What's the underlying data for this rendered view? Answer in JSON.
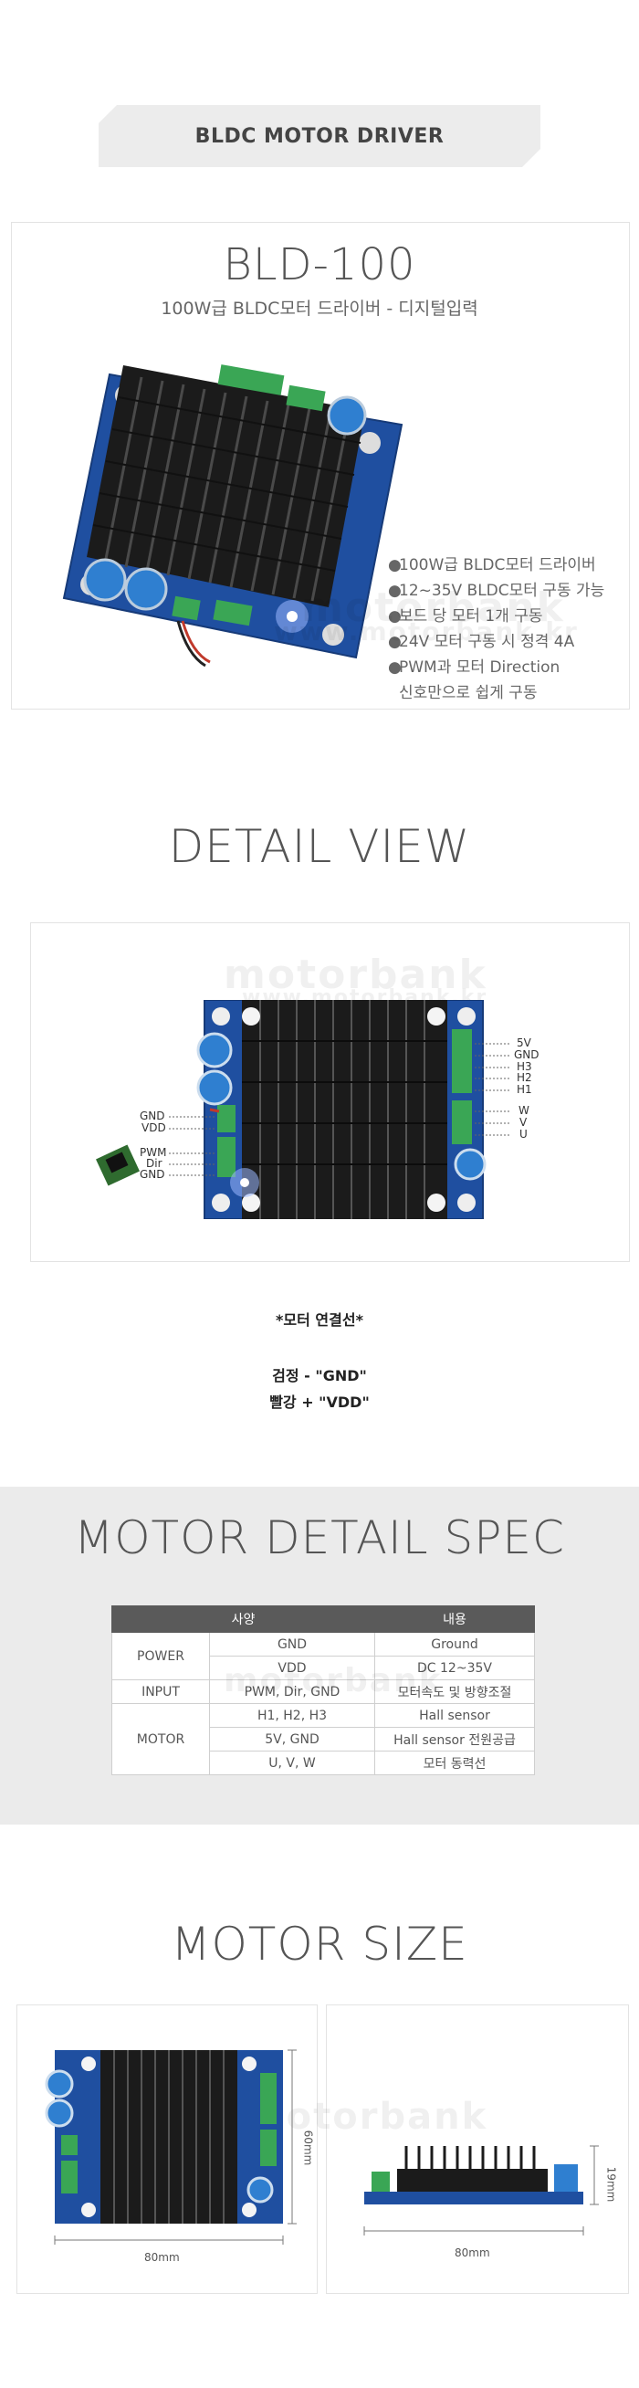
{
  "header": {
    "tag": "BLDC MOTOR DRIVER"
  },
  "product": {
    "model": "BLD-100",
    "subtitle": "100W급 BLDC모터 드라이버 - 디지털입력",
    "features": [
      "100W급 BLDC모터 드라이버",
      "12~35V BLDC모터 구동 가능",
      "보드 당 모터 1개 구동",
      "24V 모터 구동 시 정격 4A",
      "PWM과 모터 Direction",
      "신호만으로 쉽게 구동"
    ],
    "bullet": "●"
  },
  "watermark": {
    "line1": "motorbank",
    "line2": "www.motorbank.kr"
  },
  "detail_view": {
    "title": "DETAIL VIEW",
    "right_pins": [
      "5V",
      "GND",
      "H3",
      "H2",
      "H1",
      "W",
      "V",
      "U"
    ],
    "left_pins_top": [
      "GND",
      "VDD"
    ],
    "left_pins_bottom": [
      "PWM",
      "Dir",
      "GND"
    ],
    "note_title": "*모터 연결선*",
    "note_line1": "검정 - \"GND\"",
    "note_line2": "빨강 + \"VDD\""
  },
  "spec": {
    "title": "MOTOR DETAIL SPEC",
    "headers": [
      "사양",
      "내용"
    ],
    "groups": [
      {
        "name": "POWER",
        "rows": [
          [
            "GND",
            "Ground"
          ],
          [
            "VDD",
            "DC 12~35V"
          ]
        ]
      },
      {
        "name": "INPUT",
        "rows": [
          [
            "PWM, Dir, GND",
            "모터속도 및 방향조절"
          ]
        ]
      },
      {
        "name": "MOTOR",
        "rows": [
          [
            "H1, H2, H3",
            "Hall sensor"
          ],
          [
            "5V, GND",
            "Hall sensor 전원공급"
          ],
          [
            "U, V, W",
            "모터 동력선"
          ]
        ]
      }
    ]
  },
  "size": {
    "title": "MOTOR SIZE",
    "top_width": "80mm",
    "top_height": "60mm",
    "side_width": "80mm",
    "side_height": "19mm"
  },
  "colors": {
    "pcb": "#1f4fa0",
    "heatsink": "#1b1b1b",
    "terminal": "#3aa655",
    "header_gray": "#ececec",
    "table_header": "#5a5a5a"
  }
}
